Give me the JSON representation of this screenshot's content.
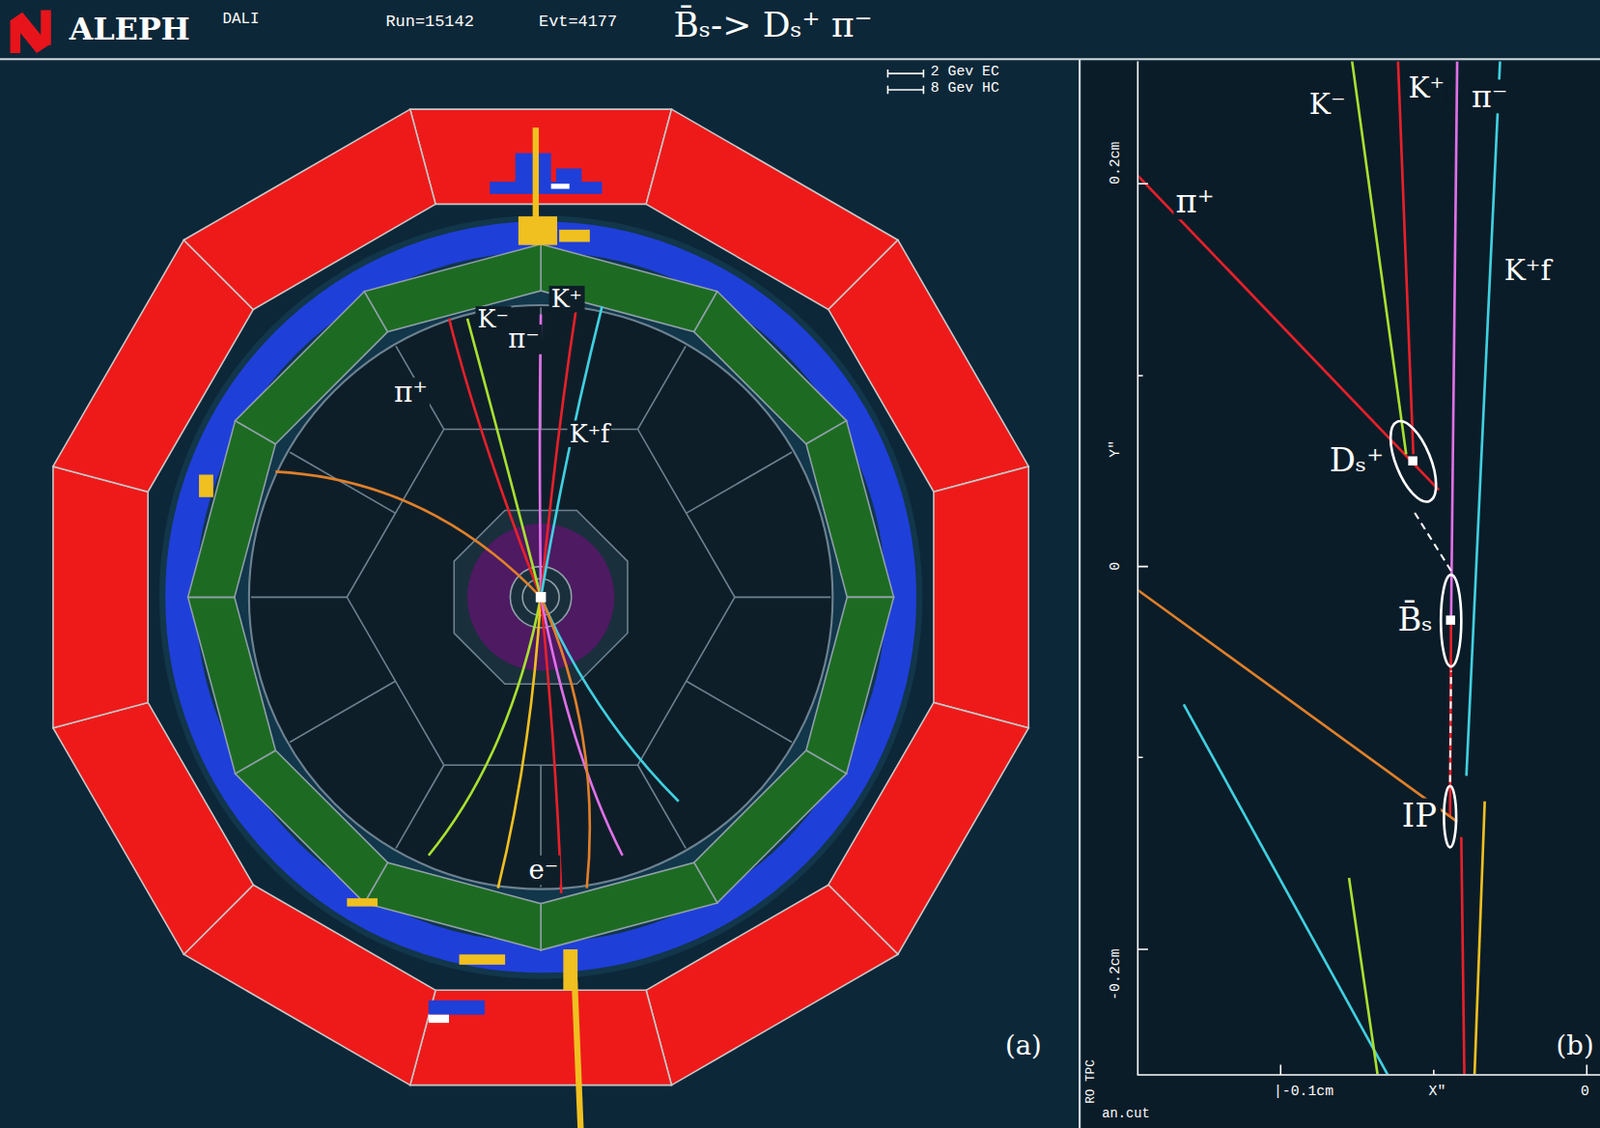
{
  "diagram": {
    "title": "B̄ₛ-> Dₛ⁺ π⁻",
    "nodes": [
      {
        "text": [
          "Dₛ⁺"
        ]
      },
      {
        "text": [
          "B̄ₛ"
        ]
      },
      {
        "text": [
          "IP"
        ]
      }
    ],
    "edges": [
      {
        "from": 2,
        "to": 1,
        "arrow": "none"
      },
      {
        "from": 1,
        "to": 0,
        "arrow": "none"
      }
    ],
    "labels": [
      "ALEPH",
      "DALI",
      "Run=15142",
      "Evt=4177",
      "2 Gev EC",
      "8 Gev HC",
      "K⁻",
      "K⁺",
      "π⁻",
      "π⁺",
      "K⁺f",
      "e⁻",
      "(a)",
      "0.2cm",
      "Y\"",
      "0",
      "-0.2cm",
      "|-0.1cm",
      "X\"",
      "0",
      "RO TPC",
      "an.cut",
      "π⁺",
      "K⁻",
      "K⁺",
      "π⁻",
      "K⁺f",
      "(b)"
    ]
  }
}
